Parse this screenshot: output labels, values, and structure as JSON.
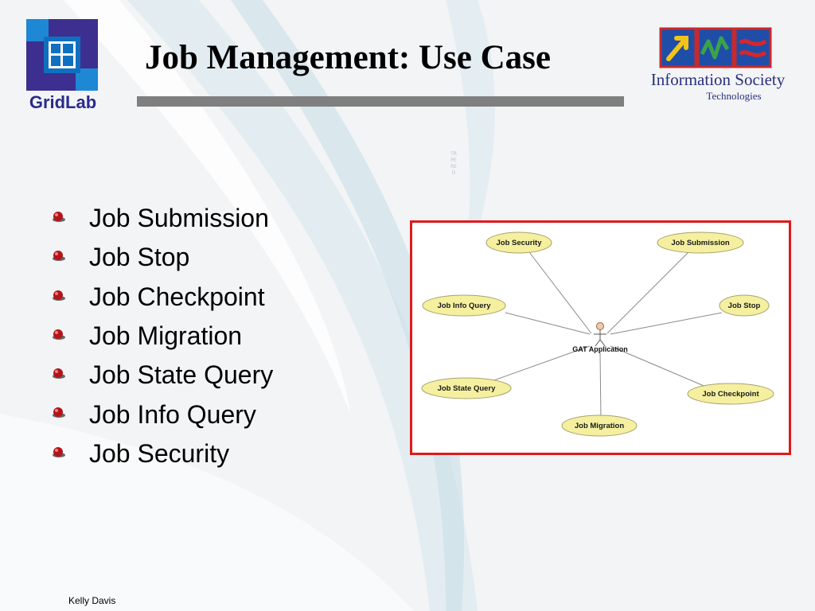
{
  "slide": {
    "title": "Job Management: Use Case",
    "footer": "Kelly Davis"
  },
  "logos": {
    "left": "GridLab",
    "right_line1": "Information Society",
    "right_line2": "Technologies"
  },
  "watermark": "TRPERED",
  "bullets": [
    "Job Submission",
    "Job Stop",
    "Job Checkpoint",
    "Job Migration",
    "Job State Query",
    "Job Info Query",
    "Job Security"
  ],
  "diagram": {
    "actor": "GAT Application",
    "use_cases": {
      "security": "Job Security",
      "submission": "Job Submission",
      "info_query": "Job Info Query",
      "stop": "Job Stop",
      "state_query": "Job State Query",
      "checkpoint": "Job Checkpoint",
      "migration": "Job Migration"
    },
    "colors": {
      "frame": "#e0191b",
      "ellipse_fill": "#f5f0a0",
      "ellipse_stroke": "#a8a26a"
    }
  }
}
